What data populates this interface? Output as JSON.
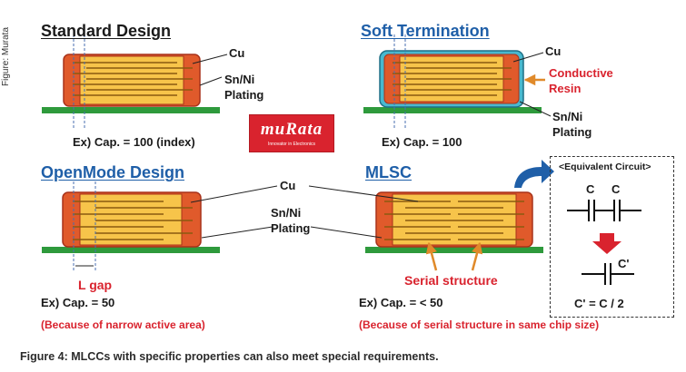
{
  "credit": "Figure: Murata",
  "logo": {
    "word": "muRata",
    "tagline": "Innovator in Electronics"
  },
  "standard": {
    "title": "Standard Design",
    "labels": {
      "cu": "Cu",
      "plating": "Sn/Ni\nPlating"
    },
    "ex": "Ex) Cap. = 100 (index)"
  },
  "soft": {
    "title": "Soft Termination",
    "labels": {
      "cu": "Cu",
      "resin": "Conductive\nResin",
      "plating": "Sn/Ni\nPlating"
    },
    "ex": "Ex) Cap. = 100"
  },
  "openmode": {
    "title": "OpenMode Design",
    "gap": "L gap",
    "ex": "Ex) Cap. = 50",
    "note": "(Because of narrow active area)"
  },
  "shared": {
    "cu": "Cu",
    "plating": "Sn/Ni\nPlating"
  },
  "mlsc": {
    "title": "MLSC",
    "serial": "Serial structure",
    "ex": "Ex) Cap. = < 50",
    "note": "(Because of serial structure in same chip size)"
  },
  "equivalent": {
    "title": "<Equivalent Circuit>",
    "c1": "C",
    "c2": "C",
    "cprime": "C'",
    "formula": "C' = C / 2"
  },
  "colors": {
    "termination": "#e05a2b",
    "termination_edge": "#a8321a",
    "electrode": "#f4b63a",
    "ceramic": "#f7c44a",
    "resin": "#49b9cf",
    "board": "#2e9a3c",
    "accent_red": "#d9232e",
    "accent_blue": "#1f5fa8"
  },
  "caption": "Figure 4: MLCCs with specific properties can also meet special requirements."
}
